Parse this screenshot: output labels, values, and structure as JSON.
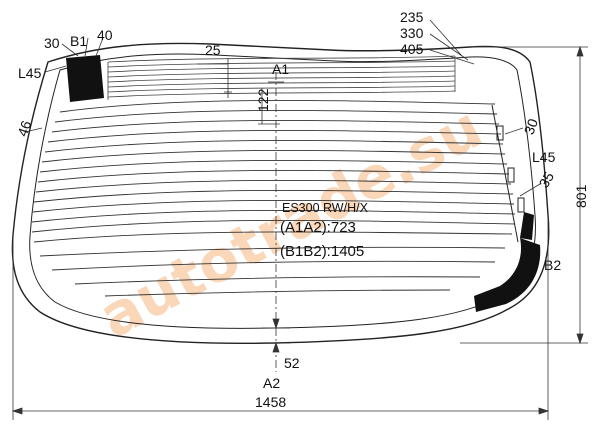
{
  "drawing": {
    "model": "ES300 RW/H/X",
    "a1a2": "(A1A2):723",
    "b1b2": "(B1B2):1405",
    "point_labels": {
      "a1": "A1",
      "a2": "A2",
      "b1": "B1",
      "b2": "B2"
    },
    "dimensions": {
      "top_30": "30",
      "top_40": "40",
      "d25": "25",
      "d122": "122",
      "d235": "235",
      "d330": "330",
      "d405": "405",
      "left_l45": "L45",
      "left_46": "46",
      "right_30": "30",
      "right_l45": "L45",
      "right_35": "35",
      "height_801": "801",
      "bottom_52": "52",
      "width_1458": "1458"
    }
  },
  "watermark": {
    "text": "autotrade.su",
    "color": "#f7b77f"
  },
  "colors": {
    "line": "#222222",
    "background": "#ffffff",
    "black_print": "#111111"
  }
}
